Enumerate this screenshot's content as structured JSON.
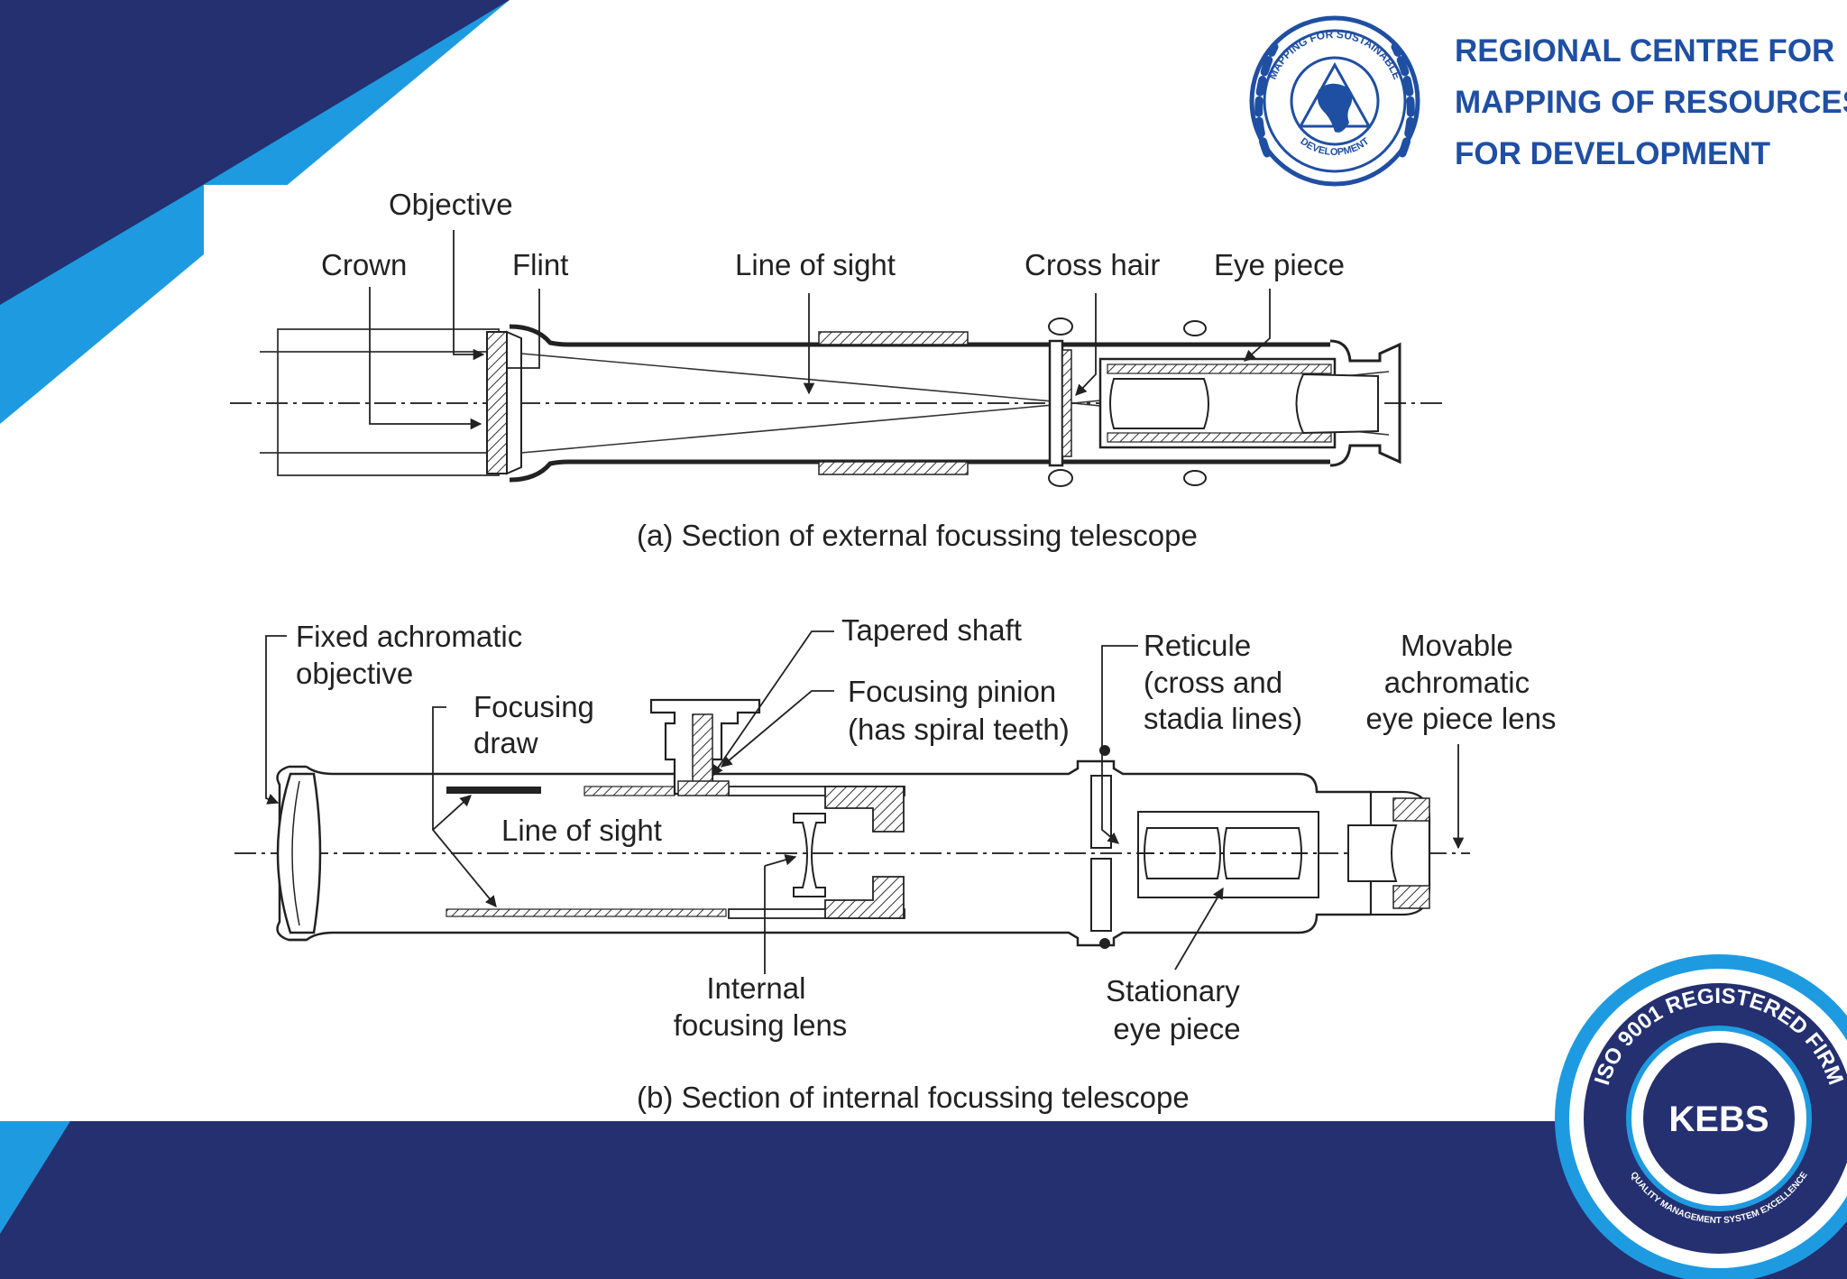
{
  "org": {
    "name_lines": [
      "REGIONAL CENTRE FOR",
      "MAPPING OF RESOURCES",
      "FOR DEVELOPMENT"
    ],
    "seal_text_top": "MAPPING FOR SUSTAINABLE",
    "seal_text_bottom": "DEVELOPMENT",
    "color": "#1f4fa3"
  },
  "certification": {
    "ring_text_top": "ISO 9001 REGISTERED FIRM",
    "ring_text_bottom": "QUALITY MANAGEMENT SYSTEM EXCELLENCE",
    "center_text": "KEBS"
  },
  "theme": {
    "navy": "#243070",
    "sky": "#1e9be0"
  },
  "diagram_a": {
    "caption": "(a) Section of external focussing telescope",
    "labels": {
      "objective": "Objective",
      "crown": "Crown",
      "flint": "Flint",
      "line_of_sight": "Line of sight",
      "cross_hair": "Cross hair",
      "eye_piece": "Eye piece"
    }
  },
  "diagram_b": {
    "caption": "(b) Section of internal focussing telescope",
    "labels": {
      "fixed_objective": [
        "Fixed achromatic",
        "objective"
      ],
      "focusing_draw": [
        "Focusing",
        "draw"
      ],
      "tapered_shaft": "Tapered shaft",
      "focusing_pinion": [
        "Focusing pinion",
        "(has spiral teeth)"
      ],
      "reticule": [
        "Reticule",
        "(cross and",
        "stadia lines)"
      ],
      "movable_eyepiece": [
        "Movable",
        "achromatic",
        "eye piece lens"
      ],
      "line_of_sight": "Line of sight",
      "internal_lens": [
        "Internal",
        "focusing lens"
      ],
      "stationary_eyepiece": [
        "Stationary",
        "eye piece"
      ]
    }
  }
}
